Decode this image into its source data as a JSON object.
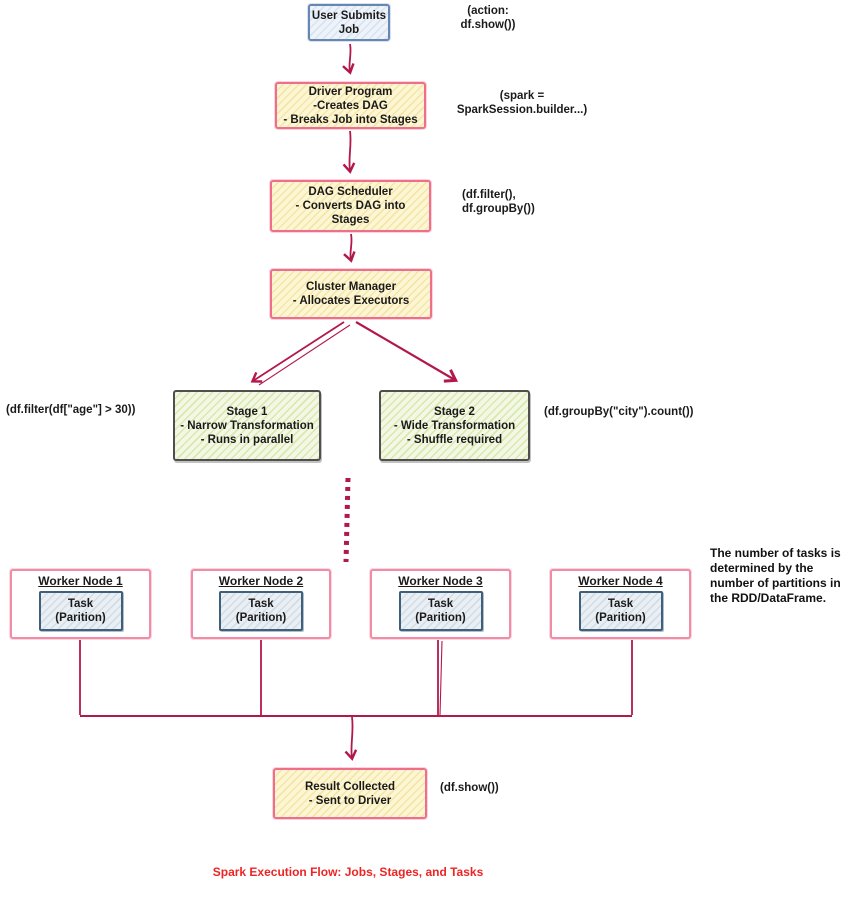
{
  "colors": {
    "arrow_crimson": "#b2174e",
    "pink_border": "#ee6e8c",
    "worker_border": "#f18ca6",
    "blue_border": "#6886b2",
    "stage_border": "#4f4f4f",
    "task_border": "#3f607b",
    "yellow_fill": "#fdf6d4",
    "green_fill": "#f3f8e6",
    "blue_fill": "#eef3fa",
    "caption_red": "#ee2424"
  },
  "nodes": {
    "user_submits": {
      "text": "User Submits\nJob"
    },
    "driver": {
      "text": "Driver Program\n-Creates DAG\n- Breaks Job into Stages"
    },
    "dag_scheduler": {
      "text": "DAG Scheduler\n- Converts DAG into\nStages"
    },
    "cluster_manager": {
      "text": "Cluster Manager\n- Allocates Executors"
    },
    "stage1": {
      "text": "Stage 1\n- Narrow Transformation\n- Runs in parallel"
    },
    "stage2": {
      "text": "Stage 2\n- Wide Transformation\n- Shuffle required"
    },
    "result": {
      "text": "Result Collected\n- Sent to Driver"
    }
  },
  "workers": [
    {
      "title": "Worker Node 1",
      "task": "Task\n(Parition)"
    },
    {
      "title": "Worker Node 2",
      "task": "Task\n(Parition)"
    },
    {
      "title": "Worker Node 3",
      "task": "Task\n(Parition)"
    },
    {
      "title": "Worker Node 4",
      "task": "Task\n(Parition)"
    }
  ],
  "annotations": {
    "action": "(action:\ndf.show())",
    "spark_session": "(spark =\nSparkSession.builder...)",
    "filter_groupby": "(df.filter(),\ndf.groupBy())",
    "stage1_code": "(df.filter(df[\"age\"] > 30))",
    "stage2_code": "(df.groupBy(\"city\").count())",
    "result_code": "(df.show())",
    "partitions_note": "The number of tasks is\ndetermined by the\nnumber of partitions in\nthe RDD/DataFrame."
  },
  "caption": "Spark Execution Flow: Jobs, Stages, and Tasks"
}
